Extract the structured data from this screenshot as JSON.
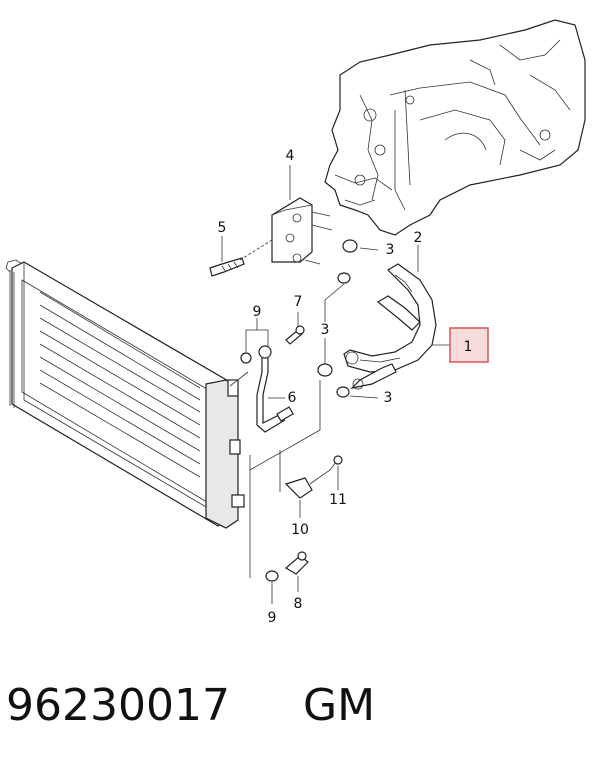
{
  "callouts": [
    {
      "id": "1",
      "text": "1"
    },
    {
      "id": "2",
      "text": "2"
    },
    {
      "id": "3",
      "text": "3"
    },
    {
      "id": "4",
      "text": "4"
    },
    {
      "id": "5",
      "text": "5"
    },
    {
      "id": "6",
      "text": "6"
    },
    {
      "id": "7",
      "text": "7"
    },
    {
      "id": "8",
      "text": "8"
    },
    {
      "id": "9",
      "text": "9"
    },
    {
      "id": "10",
      "text": "10"
    },
    {
      "id": "11",
      "text": "11"
    }
  ],
  "footer": {
    "part_number": "96230017",
    "brand": "GM"
  },
  "colors": {
    "highlight_box": "#d9535b",
    "highlight_fill": "#f7dcdc",
    "line": "#222222"
  }
}
